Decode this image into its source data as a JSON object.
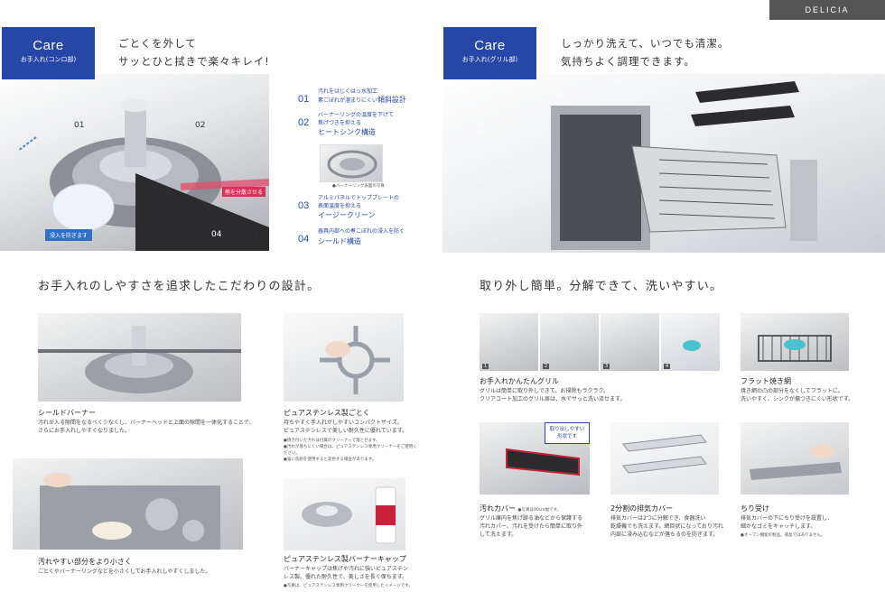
{
  "brand": "DELICIA",
  "left": {
    "care_title": "Care",
    "care_sub": "お手入れ(コンロ部)",
    "headline": [
      "ごとくを外して",
      "サッとひと拭きで楽々キレイ!"
    ],
    "hero_labels": [
      "01",
      "02",
      "04",
      "03"
    ],
    "hero_arrow_label": "熱を分散させる",
    "hero_badge": "浸入を防ぎます",
    "features": [
      {
        "num": "01",
        "lines": [
          "汚れをはじくはっ水加工",
          "素ごぼれが溜まりにくい"
        ],
        "highlight": "傾斜設計"
      },
      {
        "num": "02",
        "lines": [
          "バーナーリングの温度を下げて",
          "焦げつきを抑える"
        ],
        "highlight": "ヒートシンク構造"
      },
      {
        "num": "03",
        "lines": [
          "アルミパネルでトッププレートの",
          "表面温度を抑える"
        ],
        "highlight": "イージークリーン"
      },
      {
        "num": "04",
        "lines": [
          "器具内部への煮こぼれの浸入を防ぐ"
        ],
        "highlight": "シールド構造"
      }
    ],
    "heatsink_note": "●バーナーリング表面の写真",
    "section_title": "お手入れのしやすさを追求したこだわりの設計。",
    "items": [
      {
        "title": "シールドバーナー",
        "body": [
          "汚れが入る隙間をなるべく少なくし、バーナーヘッドと上面の隙間を一体化することで、",
          "さらにお手入れしやすくなりました。"
        ]
      },
      {
        "title": "ピュアステンレス製ごとく",
        "body": [
          "持ちやすく手入れがしやすいコンパクトサイズ。",
          "ピュアステンレスで美しい耐久性に優れています。"
        ],
        "notes": [
          "●焼き付いた汚れは付属のクリーナーで落とせます。",
          "●汚れが落ちにくい場合は、ピュアステンレス専用クリーナーをご使用ください。",
          "●強い洗剤を使用すると変色する場合があります。"
        ]
      },
      {
        "title": "汚れやすい部分をより小さく",
        "body": [
          "ごとくやバーナーリングなどを小さくしてお手入れしやすくしました。"
        ]
      },
      {
        "title": "ピュアステンレス製バーナーキャップ",
        "body": [
          "バーナーキャップは焦げや汚れに強いピュアステン",
          "レス製。優れた耐久性で、美しさを長く保ちます。"
        ],
        "notes": [
          "●写真は、ピュアステンレス専用クリーナーを使用したイメージです。"
        ]
      }
    ]
  },
  "right": {
    "care_title": "Care",
    "care_sub": "お手入れ(グリル部)",
    "headline": [
      "しっかり洗えて、いつでも清潔。",
      "気持ちよく調理できます。"
    ],
    "section_title": "取り外し簡単。分解できて、洗いやすい。",
    "step_numbers": [
      "1",
      "2",
      "3",
      "4"
    ],
    "callout": [
      "取り出しやすい",
      "形状です"
    ],
    "items": [
      {
        "title": "お手入れかんたんグリル",
        "body": [
          "グリルは簡単に取り外しできて、お掃除もラクラク。",
          "クリアコート加工のグリル扉は、水でサッと洗い流せます。"
        ]
      },
      {
        "title": "フラット焼き網",
        "body": [
          "焼き網の凸の部分をなくしてフラットに。",
          "洗いやすく、シンクが傷つきにくい形状です。"
        ]
      },
      {
        "title": "汚れカバー",
        "title_note": "●写真は90cm幅です。",
        "body": [
          "グリル庫内を焦げ跡る油などから保護する",
          "汚れカバー。汚れを受けたら簡単に取り外",
          "して洗えます。"
        ]
      },
      {
        "title": "2分割の排気カバー",
        "body": [
          "排気カバーは2つに分解でき、食器洗い",
          "乾燥機でも洗えます。網目状になっており汚れ",
          "内部に浸み込むなどが落ちるのを防ぎます。"
        ]
      },
      {
        "title": "ちり受け",
        "body": [
          "排気カバーの下にちり受けを設置し、",
          "細かなゴミをキャッチします。"
        ],
        "notes": [
          "●オーブン機能の製品。液晶ではありません。"
        ]
      }
    ]
  }
}
